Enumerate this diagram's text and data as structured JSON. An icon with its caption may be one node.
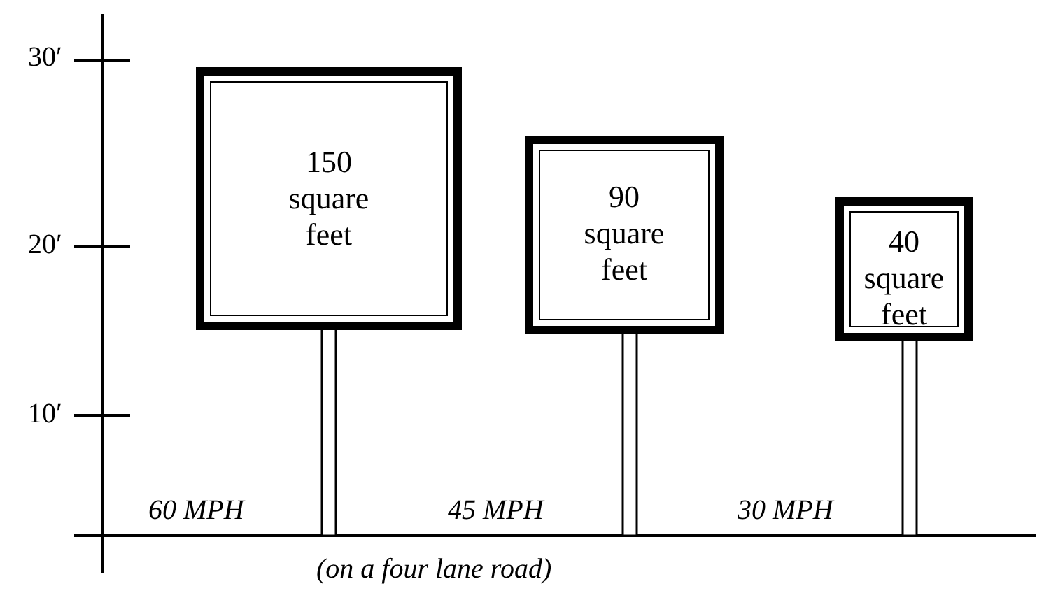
{
  "diagram": {
    "caption": "(on a four lane road)",
    "nodes": [
      {
        "text": [
          "150 square feet"
        ]
      },
      {
        "text": [
          "90 square feet"
        ]
      },
      {
        "text": [
          "40 square feet"
        ]
      }
    ],
    "labels": [
      "30′",
      "20′",
      "10′",
      "60 MPH",
      "45 MPH",
      "30 MPH"
    ]
  }
}
